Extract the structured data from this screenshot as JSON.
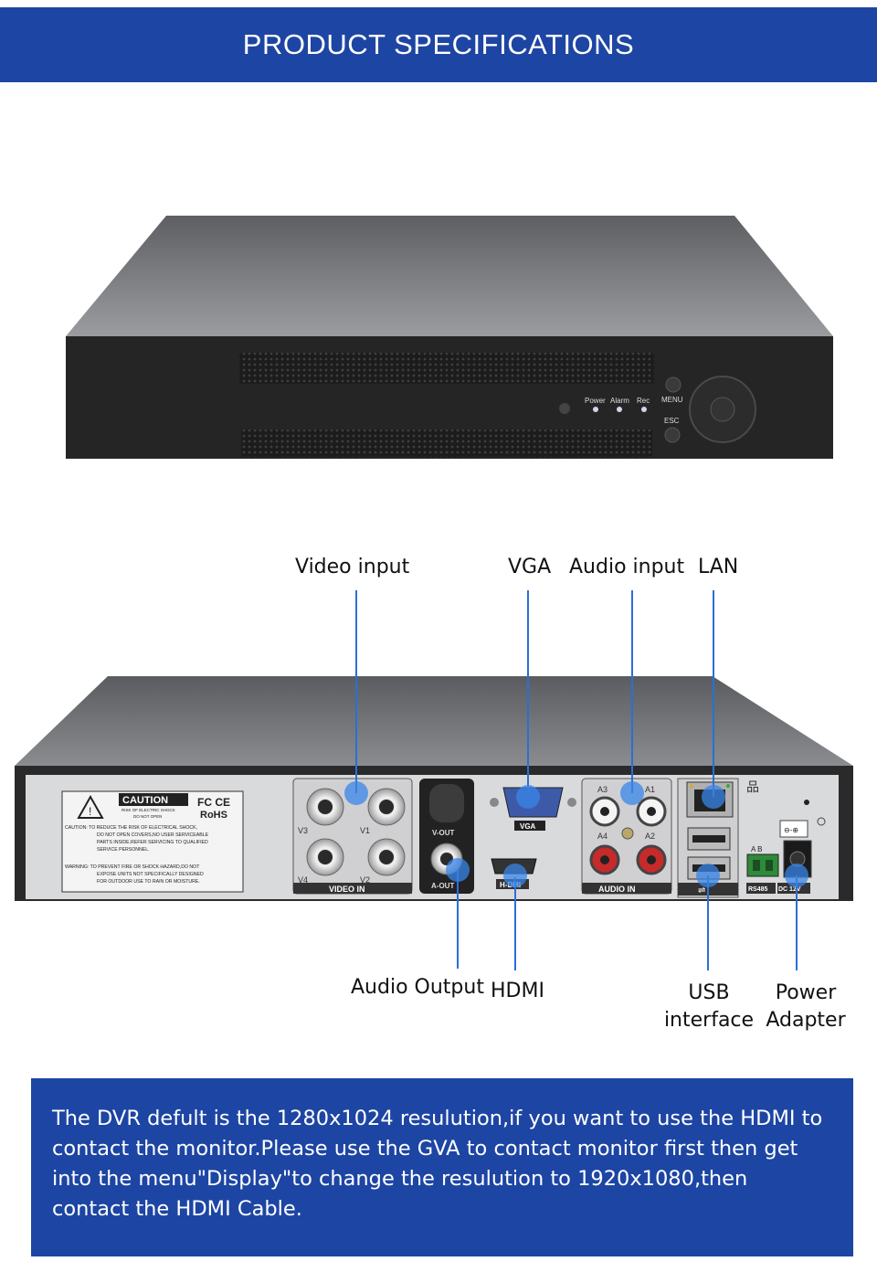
{
  "header": {
    "title": "PRODUCT SPECIFICATIONS"
  },
  "front_panel": {
    "indicators": [
      "Power",
      "Alarm",
      "Rec"
    ],
    "menu_label": "MENU",
    "esc_label": "ESC"
  },
  "callouts": {
    "top": [
      "Video input",
      "VGA",
      "Audio input",
      "LAN"
    ],
    "bottom": {
      "audio_output": "Audio Output",
      "hdmi": "HDMI",
      "usb": [
        "USB",
        "interface"
      ],
      "power": [
        "Power",
        "Adapter"
      ]
    }
  },
  "rear_panel": {
    "caution": {
      "title": "CAUTION",
      "risk": "RISK OF ELECTRIC SHOCK",
      "do_not_open": "DO NOT OPEN",
      "warning1": [
        "CAUTION: TO REDUCE THE RISK OF ELECTRICAL SHOCK,",
        "DO NOT OPEN COVERS,NO USER SERVICEABLE",
        "PARTS INSIDE.REFER SERVICING TO QUALIFIED",
        "SERVICE PERSONNEL."
      ],
      "warning2": [
        "WARNING: TO PREVENT FIRE OR SHOCK HAZARD,DO NOT",
        "EXPOSE UNITS NOT SPECIFICALLY DESIGNED",
        "FOR OUTDOOR USE TO RAIN OR MOISTURE."
      ],
      "marks": "FC CE",
      "rohs": "RoHS"
    },
    "video_in": {
      "label": "VIDEO IN",
      "channels": [
        "V3",
        "V1",
        "V4",
        "V2"
      ]
    },
    "vout_label": "V-OUT",
    "aout_label": "A-OUT",
    "vga_label": "VGA",
    "hdmi_label": "H-DMI",
    "audio_in": {
      "label": "AUDIO IN",
      "channels": [
        "A3",
        "A1",
        "A4",
        "A2"
      ]
    },
    "rs485_label": "RS485",
    "rs485_pins": "A B",
    "dc_label": "DC 12V"
  },
  "note": {
    "lines": [
      "The DVR defult is the 1280x1024 resulution,if you want to use the HDMI to",
      "contact the monitor.Please use the GVA  to contact monitor first then get",
      "into the menu\"Display\"to change the resulution to 1920x1080,then",
      "contact the HDMI Cable."
    ]
  },
  "colors": {
    "header_bg": "#1d45a3",
    "callout_line": "#2b6fd6",
    "panel_dark": "#2a2a2a"
  }
}
